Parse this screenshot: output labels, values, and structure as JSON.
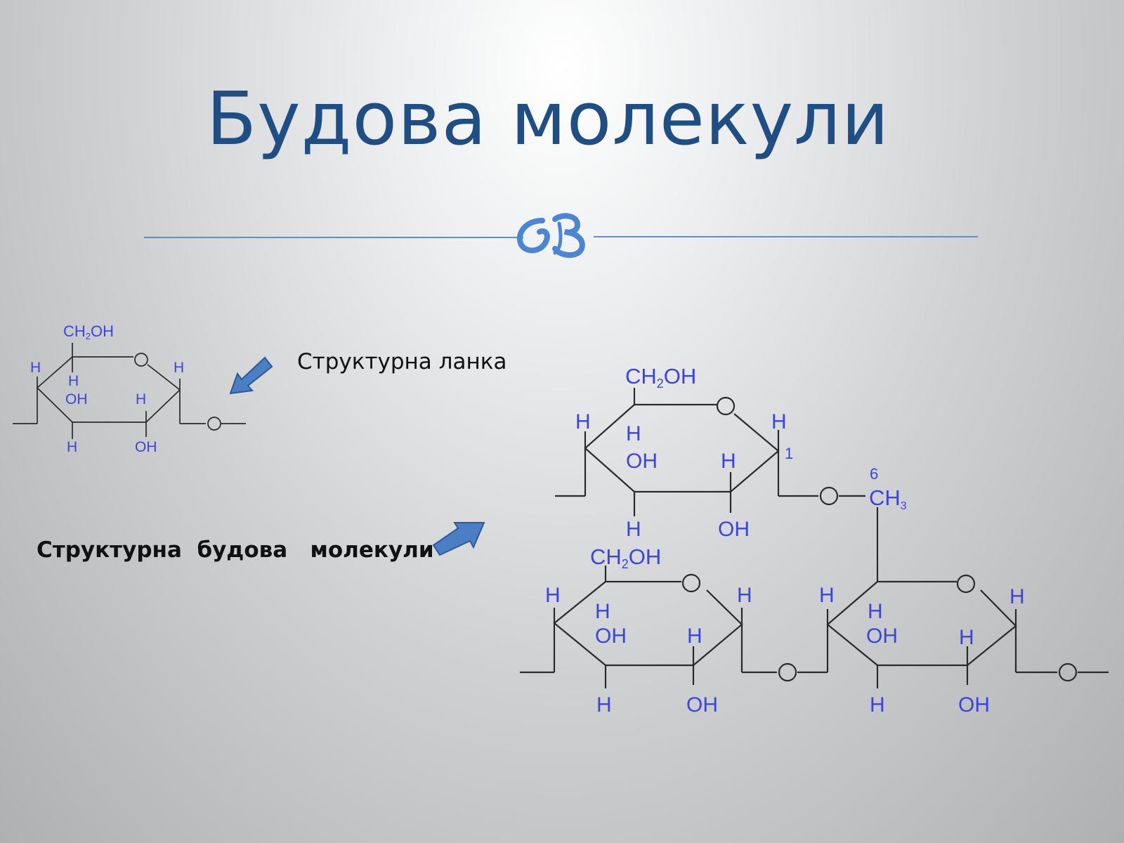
{
  "slide": {
    "title": "Будова молекули",
    "structural_unit_label": "Структурна ланка",
    "molecule_label": "Структурна  будова   молекули"
  },
  "formula_labels": {
    "ch2oh": "CH",
    "ch2oh_sub": "2",
    "ch2oh_tail": "OH",
    "h": "H",
    "oh": "OH",
    "ch3": "CH",
    "ch3_sub": "3",
    "num1": "1",
    "num6": "6"
  },
  "colors": {
    "title": "#1f4e85",
    "line": "#5b8fd0",
    "ornament": "#4a86d4",
    "formula_text": "#3a45e0",
    "arrow": "#4a7fc4",
    "arrow_border": "#2b5a96"
  },
  "icons": {
    "ornament": "swash-ornament-icon",
    "arrows": "block-arrow-icon"
  }
}
